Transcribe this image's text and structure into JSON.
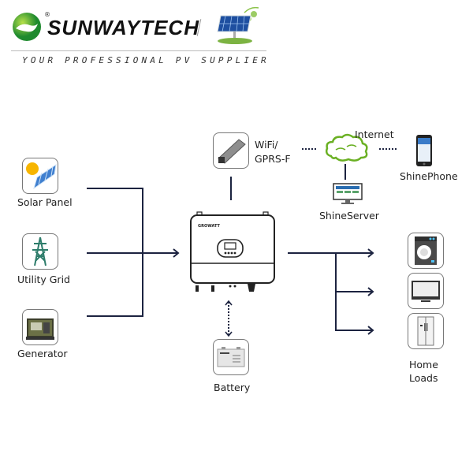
{
  "header": {
    "brand_name": "SUNWAYTECH",
    "registered_mark": "®",
    "tagline": "YOUR PROFESSIONAL PV SUPPLIER"
  },
  "diagram": {
    "sources": [
      {
        "label": "Solar Panel",
        "icon": "solar-panel-icon"
      },
      {
        "label": "Utility Grid",
        "icon": "power-tower-icon"
      },
      {
        "label": "Generator",
        "icon": "generator-icon"
      }
    ],
    "center": {
      "label": "Inverter",
      "brand": "GROWATT",
      "icon": "inverter-icon"
    },
    "communication": {
      "module_label_line1": "WiFi/",
      "module_label_line2": "GPRS-F",
      "internet_label": "Internet",
      "server_label": "ShineServer",
      "phone_label": "ShinePhone"
    },
    "storage": {
      "label": "Battery",
      "icon": "battery-icon"
    },
    "loads": {
      "label_line1": "Home",
      "label_line2": "Loads",
      "items": [
        {
          "icon": "washing-machine-icon"
        },
        {
          "icon": "television-icon"
        },
        {
          "icon": "refrigerator-icon"
        }
      ]
    },
    "colors": {
      "line": "#1c2340",
      "cloud": "#6ab023",
      "brand_green": "#4caf1f"
    }
  }
}
